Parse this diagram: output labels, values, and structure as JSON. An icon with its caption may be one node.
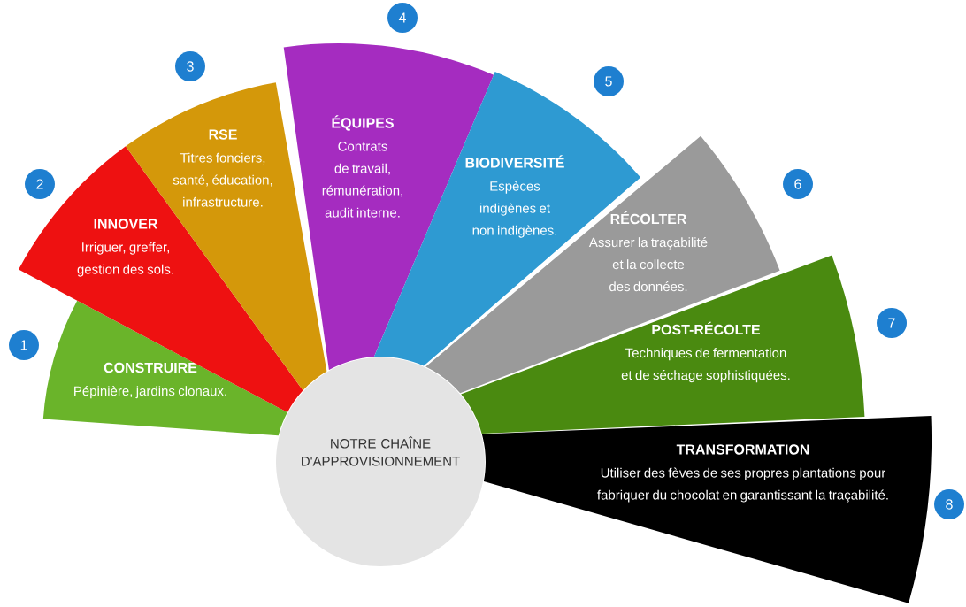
{
  "diagram": {
    "nodes": [
      {
        "text": [
          "CONSTRUIRE",
          "Pépinière, jardins clonaux."
        ]
      },
      {
        "text": [
          "INNOVER",
          "Irriguer, greffer, gestion des sols."
        ]
      },
      {
        "text": [
          "RSE",
          "Titres fonciers, santé, éducation, infrastructure."
        ]
      },
      {
        "text": [
          "ÉQUIPES",
          "Contrats de travail, rémunération, audit interne."
        ]
      },
      {
        "text": [
          "BIODIVERSITÉ",
          "Espèces indigènes et non indigènes."
        ]
      },
      {
        "text": [
          "RÉCOLTER",
          "Assurer la traçabilité et la collecte des données."
        ]
      },
      {
        "text": [
          "POST-RÉCOLTE",
          "Techniques de fermentation et de séchage sophistiquées."
        ]
      },
      {
        "text": [
          "TRANSFORMATION",
          "Utiliser des fèves de ses propres plantations pour fabriquer du chocolat en garantissant la traçabilité."
        ]
      },
      {
        "text": [
          "NOTRE CHAÎNE D'APPROVISIONNEMENT"
        ]
      }
    ],
    "labels": [
      "4",
      "3",
      "5",
      "2",
      "6",
      "7",
      "1",
      "8"
    ]
  }
}
